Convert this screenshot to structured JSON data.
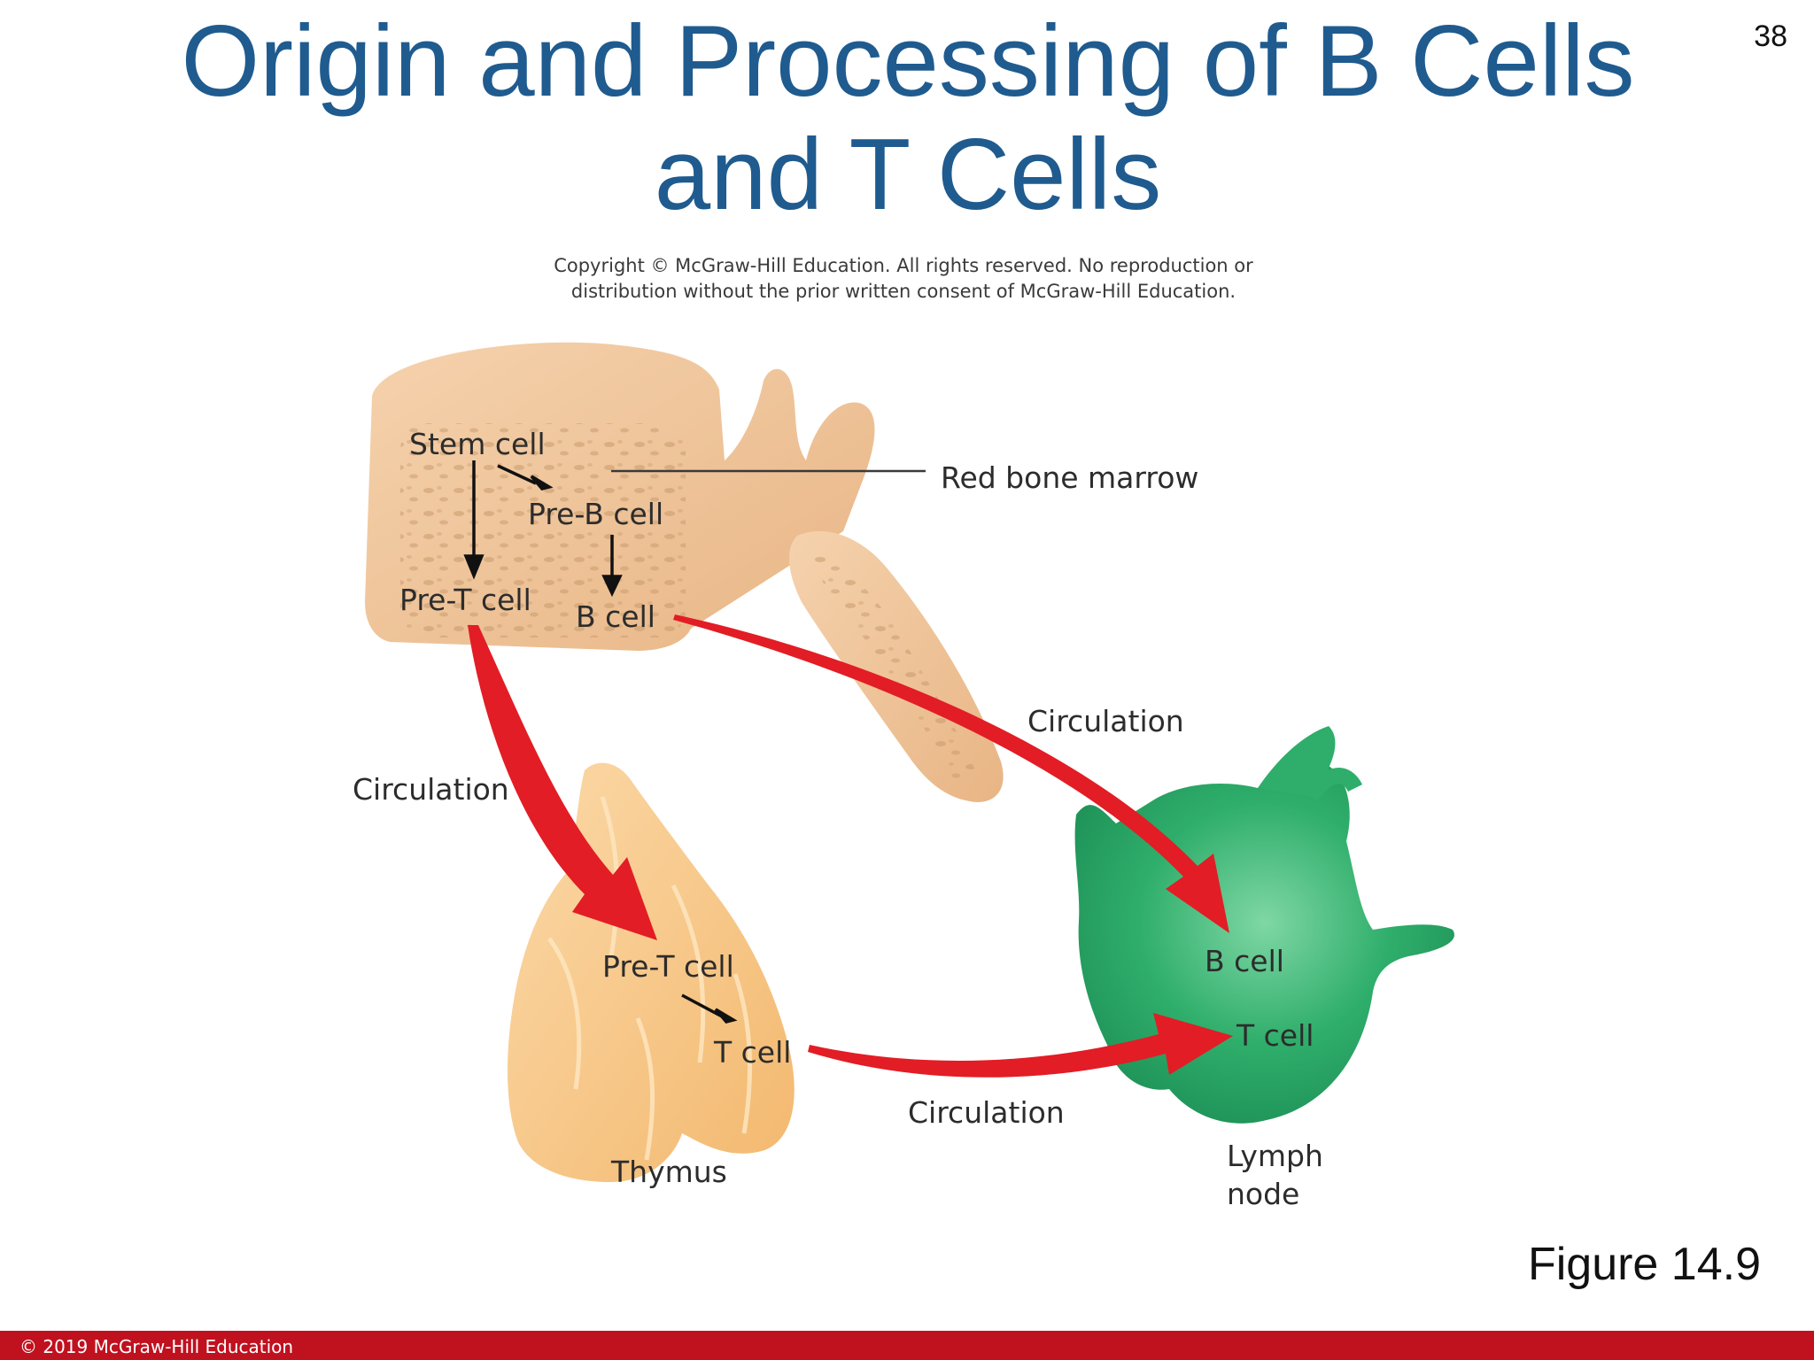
{
  "slide": {
    "title_line1": "Origin and Processing of B Cells",
    "title_line2": "and T Cells",
    "number": "38",
    "figure_label": "Figure 14.9",
    "footer": "© 2019 McGraw-Hill Education"
  },
  "copyright": {
    "line1": "Copyright © McGraw-Hill Education.  All rights reserved. No reproduction or",
    "line2": "distribution without the prior written consent of  McGraw-Hill Education."
  },
  "labels": {
    "stem_cell": "Stem cell",
    "pre_b_cell": "Pre-B cell",
    "pre_t_cell_marrow": "Pre-T cell",
    "b_cell_marrow": "B cell",
    "red_bone_marrow": "Red bone marrow",
    "circulation_right": "Circulation",
    "circulation_left": "Circulation",
    "circulation_bottom": "Circulation",
    "pre_t_cell_thymus": "Pre-T cell",
    "t_cell_thymus": "T cell",
    "thymus": "Thymus",
    "b_cell_node": "B cell",
    "t_cell_node": "T cell",
    "lymph": "Lymph",
    "node": "node"
  },
  "colors": {
    "title": "#1f5b8f",
    "bone": "#f0c296",
    "thymus": "#f7c98a",
    "lymph_node": "#2fae6b",
    "arrow_red": "#e21d25",
    "footer": "#c0111f"
  }
}
